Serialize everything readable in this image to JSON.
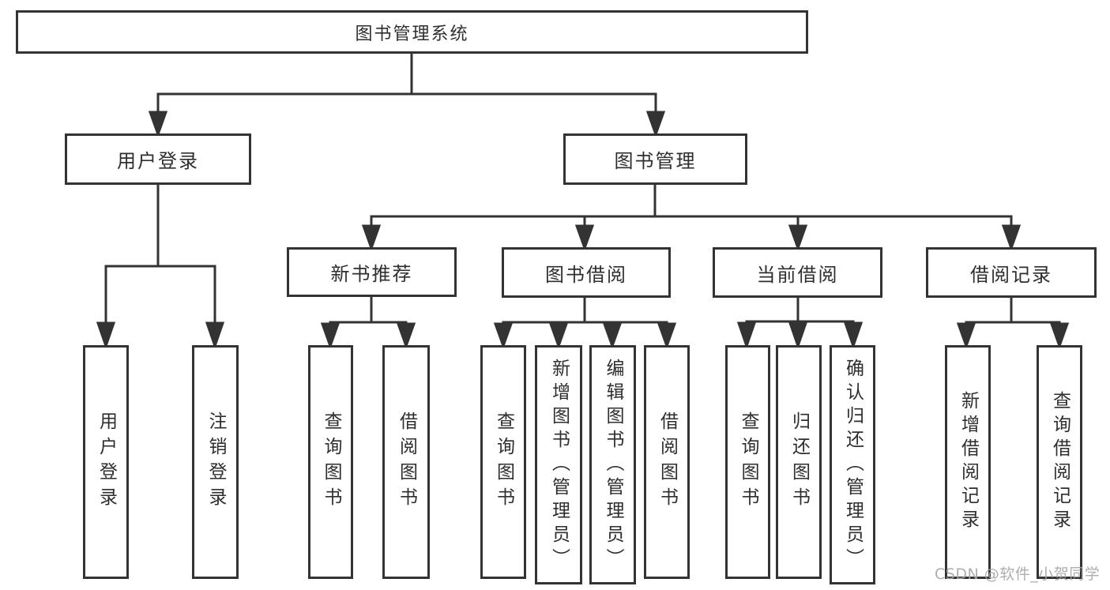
{
  "diagram": {
    "type": "hierarchy-tree",
    "root": {
      "label": "图书管理系统",
      "children": [
        {
          "label": "用户登录",
          "children": [
            {
              "label": "用户登录"
            },
            {
              "label": "注销登录"
            }
          ]
        },
        {
          "label": "图书管理",
          "children": [
            {
              "label": "新书推荐",
              "children": [
                {
                  "label": "查询图书"
                },
                {
                  "label": "借阅图书"
                }
              ]
            },
            {
              "label": "图书借阅",
              "children": [
                {
                  "label": "查询图书"
                },
                {
                  "label": "新增图书（管理员）"
                },
                {
                  "label": "编辑图书（管理员）"
                },
                {
                  "label": "借阅图书"
                }
              ]
            },
            {
              "label": "当前借阅",
              "children": [
                {
                  "label": "查询图书"
                },
                {
                  "label": "归还图书"
                },
                {
                  "label": "确认归还（管理员）"
                }
              ]
            },
            {
              "label": "借阅记录",
              "children": [
                {
                  "label": "新增借阅记录"
                },
                {
                  "label": "查询借阅记录"
                }
              ]
            }
          ]
        }
      ]
    }
  },
  "watermark": {
    "text": "CSDN @软件_小贺同学"
  },
  "colors": {
    "box_border": "#333333",
    "connector_line": "#333333",
    "text": "#2e2e2e",
    "background": "#ffffff",
    "watermark_text": "#a5a5a5"
  }
}
